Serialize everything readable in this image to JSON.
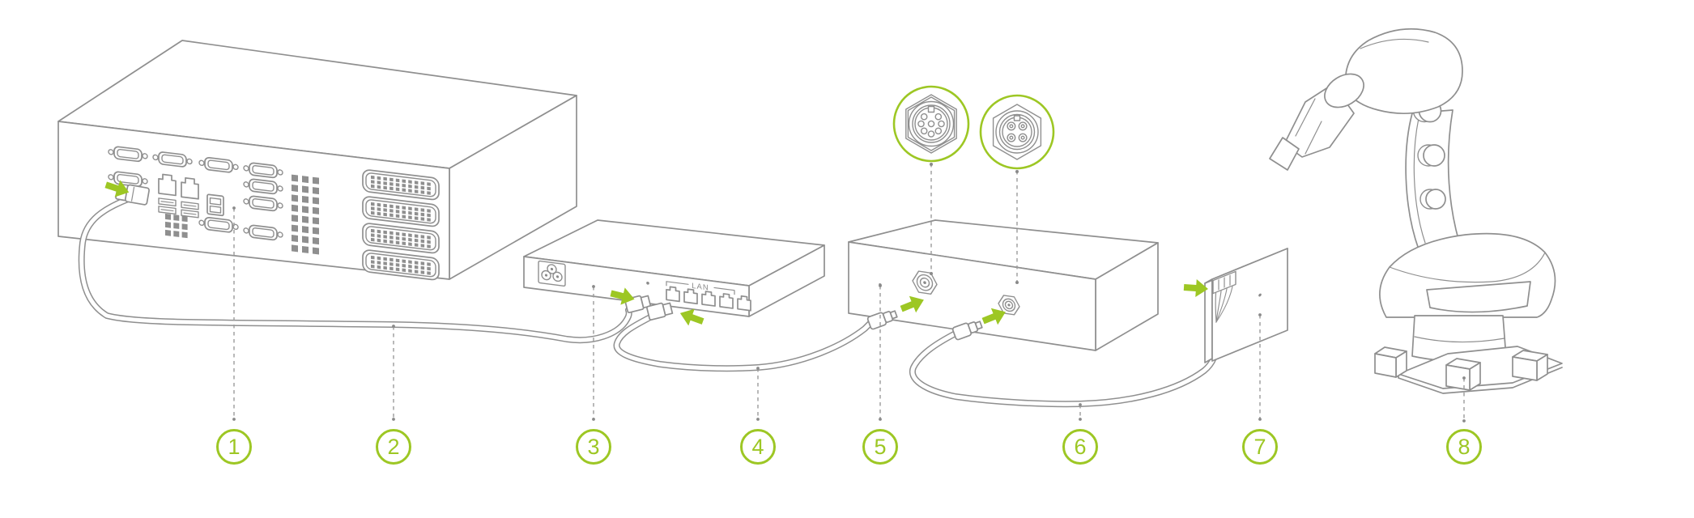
{
  "diagram": {
    "lan_label": "LAN",
    "accent_green": "#9dc724",
    "line_gray": "#8f8f8f",
    "leader_gray": "#9b9b9b"
  },
  "callouts": [
    {
      "label": "1"
    },
    {
      "label": "2"
    },
    {
      "label": "3"
    },
    {
      "label": "4"
    },
    {
      "label": "5"
    },
    {
      "label": "6"
    },
    {
      "label": "7"
    },
    {
      "label": "8"
    }
  ],
  "icons": {
    "insert_arrow": "bold-right-arrow",
    "power_inlet": "c6-cloverleaf-inlet",
    "connector_callout_left": "circular-connector-8pin-face",
    "connector_callout_right": "circular-connector-4pin-face"
  }
}
